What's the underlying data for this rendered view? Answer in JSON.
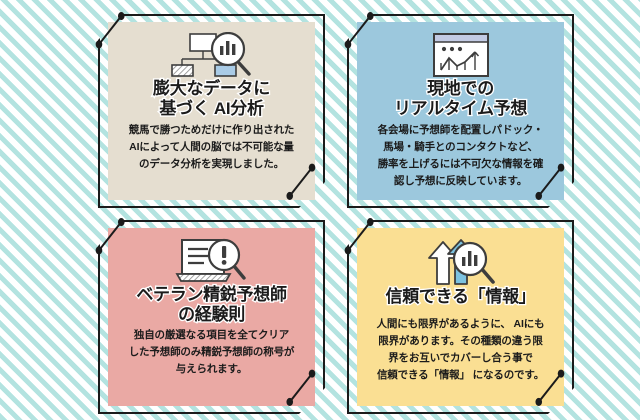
{
  "page": {
    "background_stripe_color": "#b3e3e0",
    "background_base_color": "#ffffff",
    "outline_color": "#1b1b1b"
  },
  "cards": [
    {
      "id": "card-data-ai-analysis",
      "icon": "flowchart-magnifier-barchart-icon",
      "bg_color": "#e5ded0",
      "title": "膨大なデータに\n基づく AI分析",
      "body": "競馬で勝つためだけに作り出された\nAIによって人間の脳では不可能な量\nのデータ分析を実現しました。"
    },
    {
      "id": "card-realtime-forecast",
      "icon": "browser-window-linechart-icon",
      "bg_color": "#9cc8dd",
      "title": "現地での\nリアルタイム予想",
      "body": "各会場に予想師を配置しパドック・\n馬場・騎手とのコンタクトなど、\n勝率を上げるには不可欠な情報を確\n認し予想に反映しています。"
    },
    {
      "id": "card-veteran-experience",
      "icon": "document-magnifier-exclamation-icon",
      "bg_color": "#eaa9a4",
      "title": "ベテラン精鋭予想師\nの経験則",
      "body": "独自の厳選なる項目を全てクリア\nした予想師のみ精鋭予想師の称号が\n与えられます。"
    },
    {
      "id": "card-trustworthy-information",
      "icon": "up-arrows-magnifier-barchart-icon",
      "bg_color": "#fadf93",
      "title": "信頼できる「情報」",
      "body": "人間にも限界があるように、 AIにも\n限界があります。その種類の違う限\n界をお互いでカバーし合う事で\n信頼できる「情報」 になるのです。"
    }
  ]
}
